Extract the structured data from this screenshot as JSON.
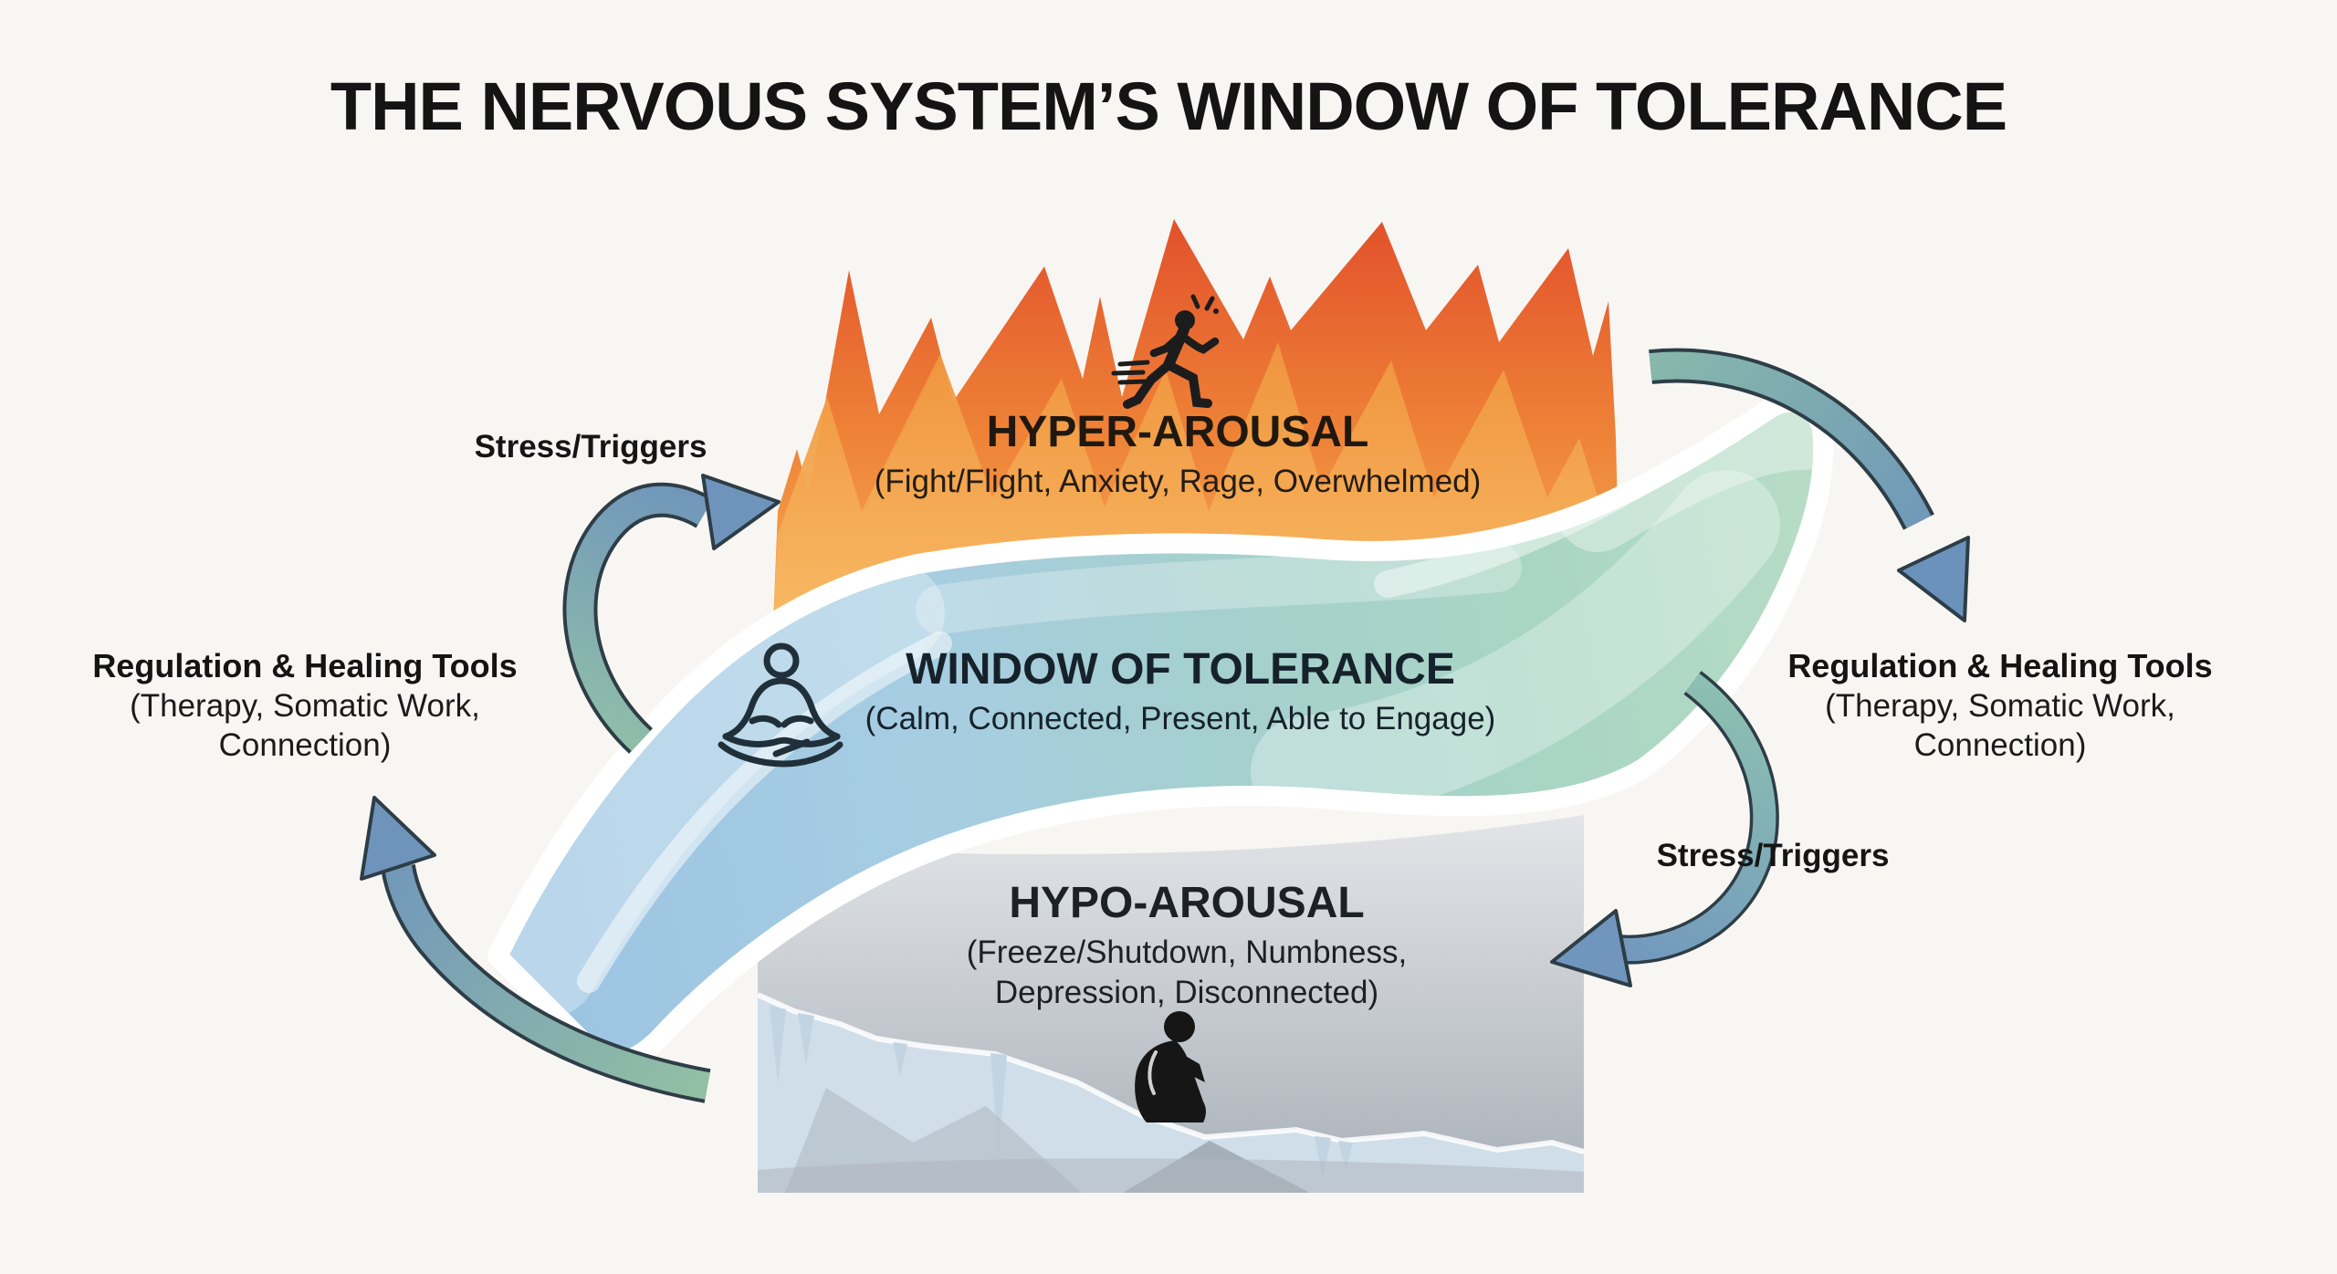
{
  "title": "THE NERVOUS SYSTEM’S WINDOW OF TOLERANCE",
  "zones": {
    "hyper": {
      "heading": "HYPER-AROUSAL",
      "subtitle": "(Fight/Flight, Anxiety, Rage, Overwhelmed)",
      "icon": "running-person-icon"
    },
    "window": {
      "heading": "WINDOW OF TOLERANCE",
      "subtitle": "(Calm, Connected, Present, Able to Engage)",
      "icon": "meditating-person-icon"
    },
    "hypo": {
      "heading": "HYPO-AROUSAL",
      "subtitle_line1": "(Freeze/Shutdown, Numbness,",
      "subtitle_line2": "Depression, Disconnected)",
      "icon": "hunched-person-icon"
    }
  },
  "labels": {
    "stress_triggers_left": "Stress/Triggers",
    "stress_triggers_right": "Stress/Triggers",
    "regulation_left": {
      "heading": "Regulation & Healing Tools",
      "line1": "(Therapy, Somatic Work,",
      "line2": "Connection)"
    },
    "regulation_right": {
      "heading": "Regulation & Healing Tools",
      "line1": "(Therapy, Somatic Work,",
      "line2": "Connection)"
    }
  },
  "colors": {
    "background": "#f8f6f3",
    "flame_red": "#e2512b",
    "flame_orange": "#ef8838",
    "flame_light_orange": "#f6ab55",
    "band_blue": "#9cc4e2",
    "band_green": "#a9d6c3",
    "hypo_gray_light": "#dfe2e5",
    "hypo_gray_dark": "#aab0b9",
    "ice_blue": "#cfdee9",
    "arrow_teal": "#8cbfb1",
    "arrow_blue": "#6f94bc",
    "text": "#1d1d1d"
  }
}
